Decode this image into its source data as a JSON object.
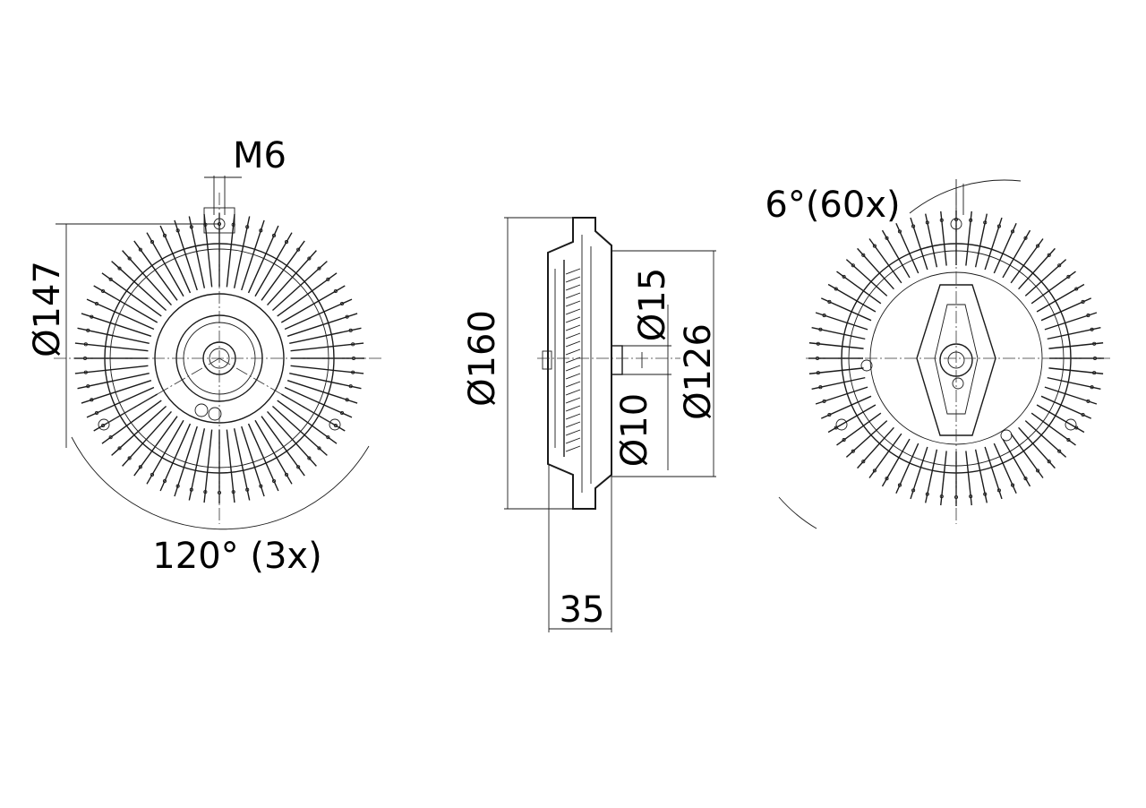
{
  "labels": {
    "thread": "M6",
    "outer_dia_front": "Ø147",
    "bolt_angle": "120° (3x)",
    "outer_dia_side": "Ø160",
    "shaft_dia_15": "Ø15",
    "shaft_dia_10": "Ø10",
    "flange_dia": "Ø126",
    "depth": "35",
    "fin_angle": "6°(60x)"
  },
  "colors": {
    "line": "#1a1a1a",
    "text": "#000000",
    "background": "#ffffff"
  }
}
